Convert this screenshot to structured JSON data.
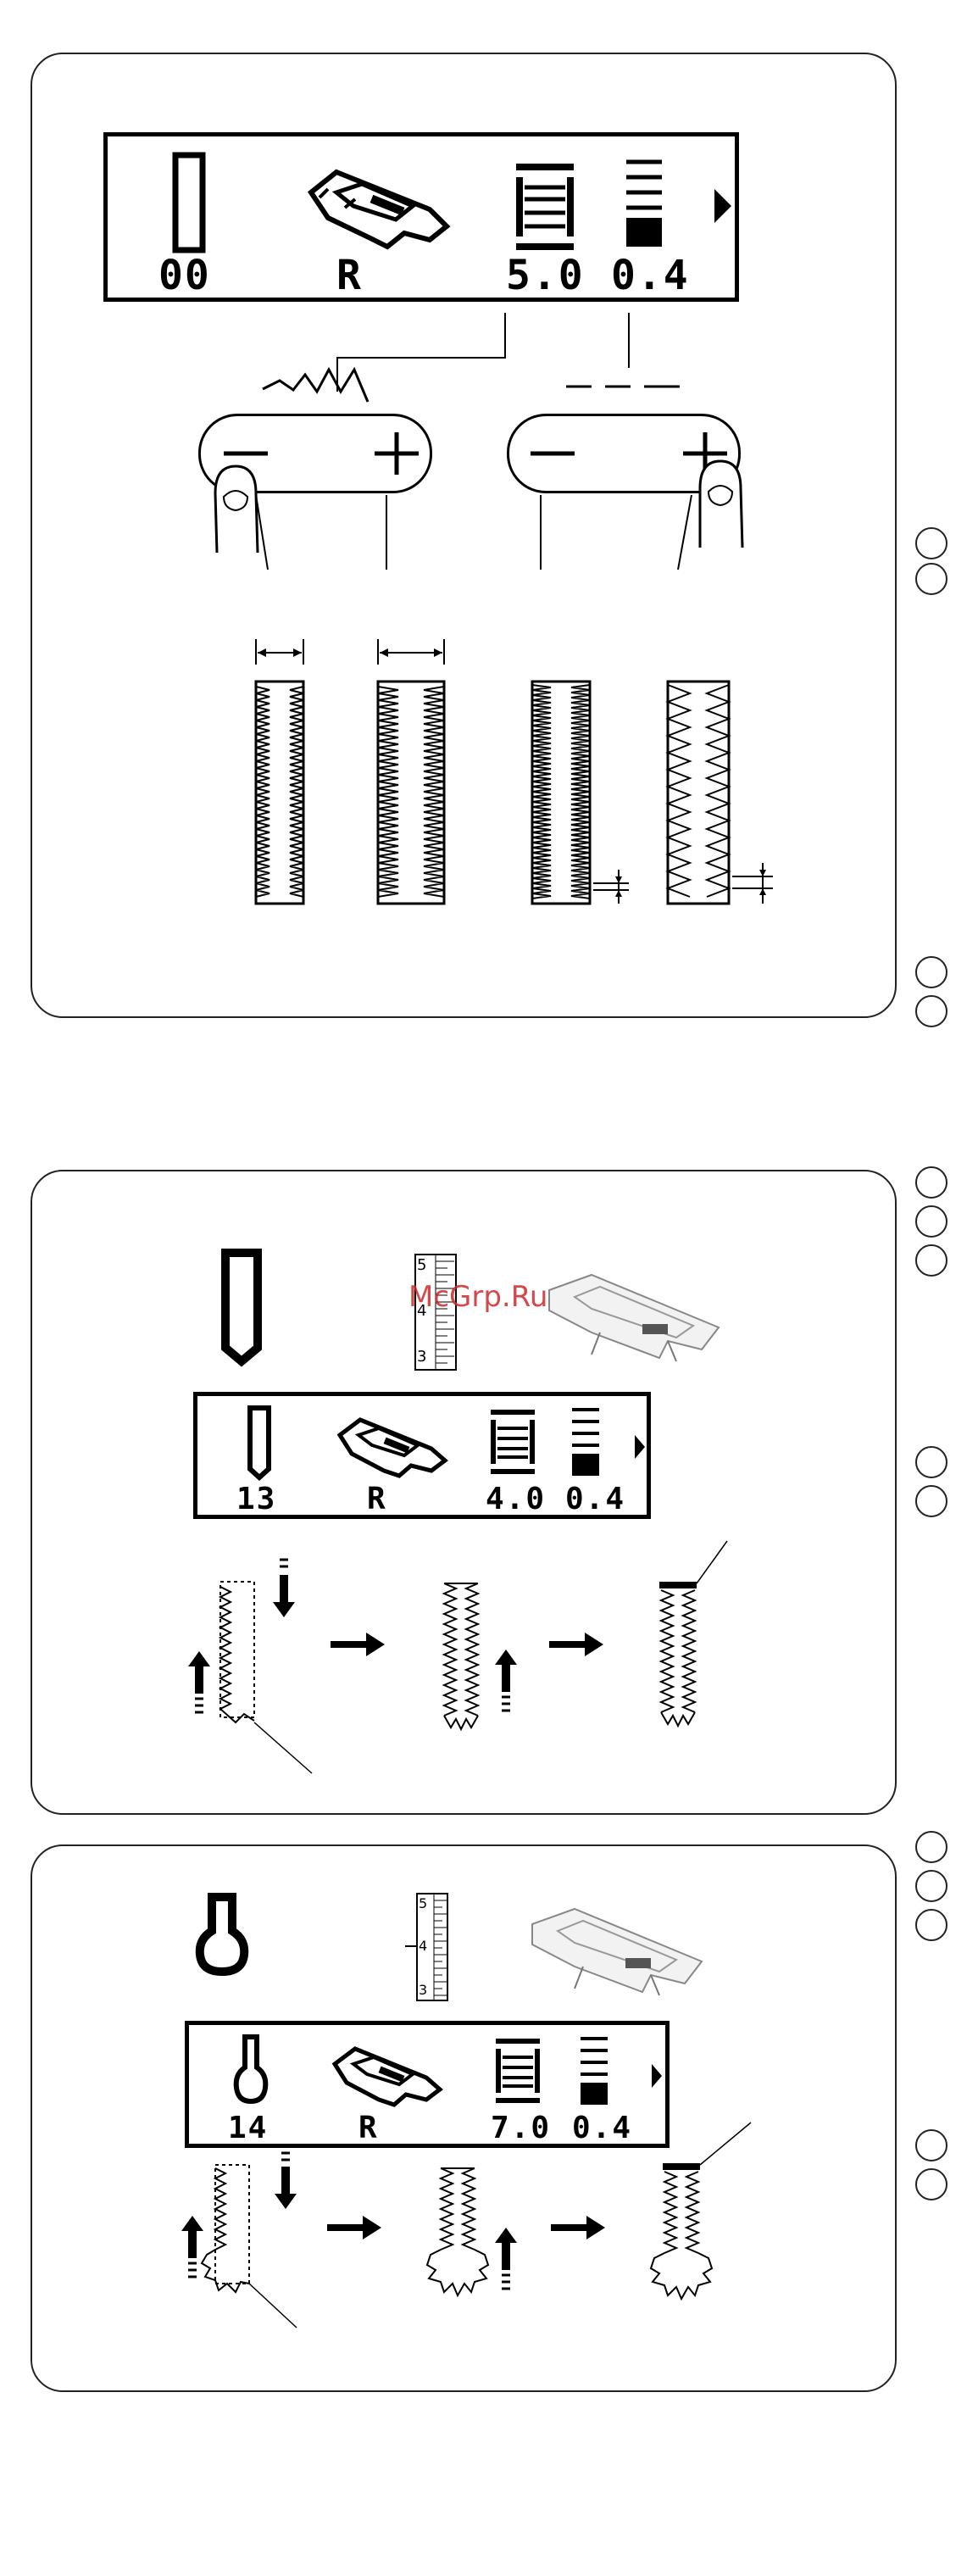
{
  "panel1": {
    "display": {
      "pattern_number": "00",
      "foot": "R",
      "width": "5.0",
      "length": "0.4"
    }
  },
  "panel2": {
    "ruler_marks": [
      "5",
      "4",
      "3"
    ],
    "display": {
      "pattern_number": "13",
      "foot": "R",
      "width": "4.0",
      "length": "0.4"
    }
  },
  "panel3": {
    "ruler_marks": [
      "5",
      "4",
      "3"
    ],
    "display": {
      "pattern_number": "14",
      "foot": "R",
      "width": "7.0",
      "length": "0.4"
    }
  },
  "watermark": "McGrp.Ru"
}
